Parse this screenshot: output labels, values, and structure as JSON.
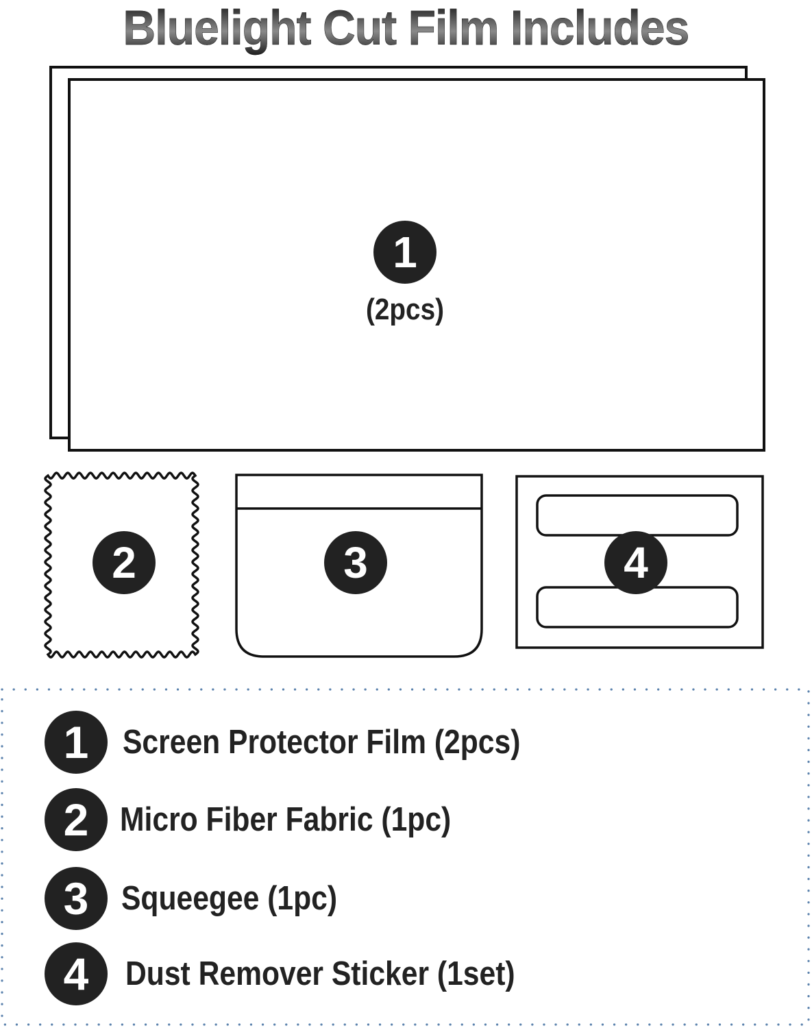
{
  "title": "Bluelight Cut Film Includes",
  "illustration": {
    "film": {
      "number": "1",
      "quantity_label": "(2pcs)"
    },
    "fabric": {
      "number": "2"
    },
    "squeegee": {
      "number": "3"
    },
    "sticker": {
      "number": "4"
    }
  },
  "legend": {
    "border_color": "#5b82ad",
    "items": [
      {
        "number": "1",
        "label": "Screen Protector Film (2pcs)"
      },
      {
        "number": "2",
        "label": "Micro Fiber Fabric (1pc)"
      },
      {
        "number": "3",
        "label": "Squeegee (1pc)"
      },
      {
        "number": "4",
        "label": "Dust Remover Sticker (1set)"
      }
    ]
  },
  "colors": {
    "stroke": "#111111",
    "badge": "#222222",
    "text": "#222222"
  }
}
